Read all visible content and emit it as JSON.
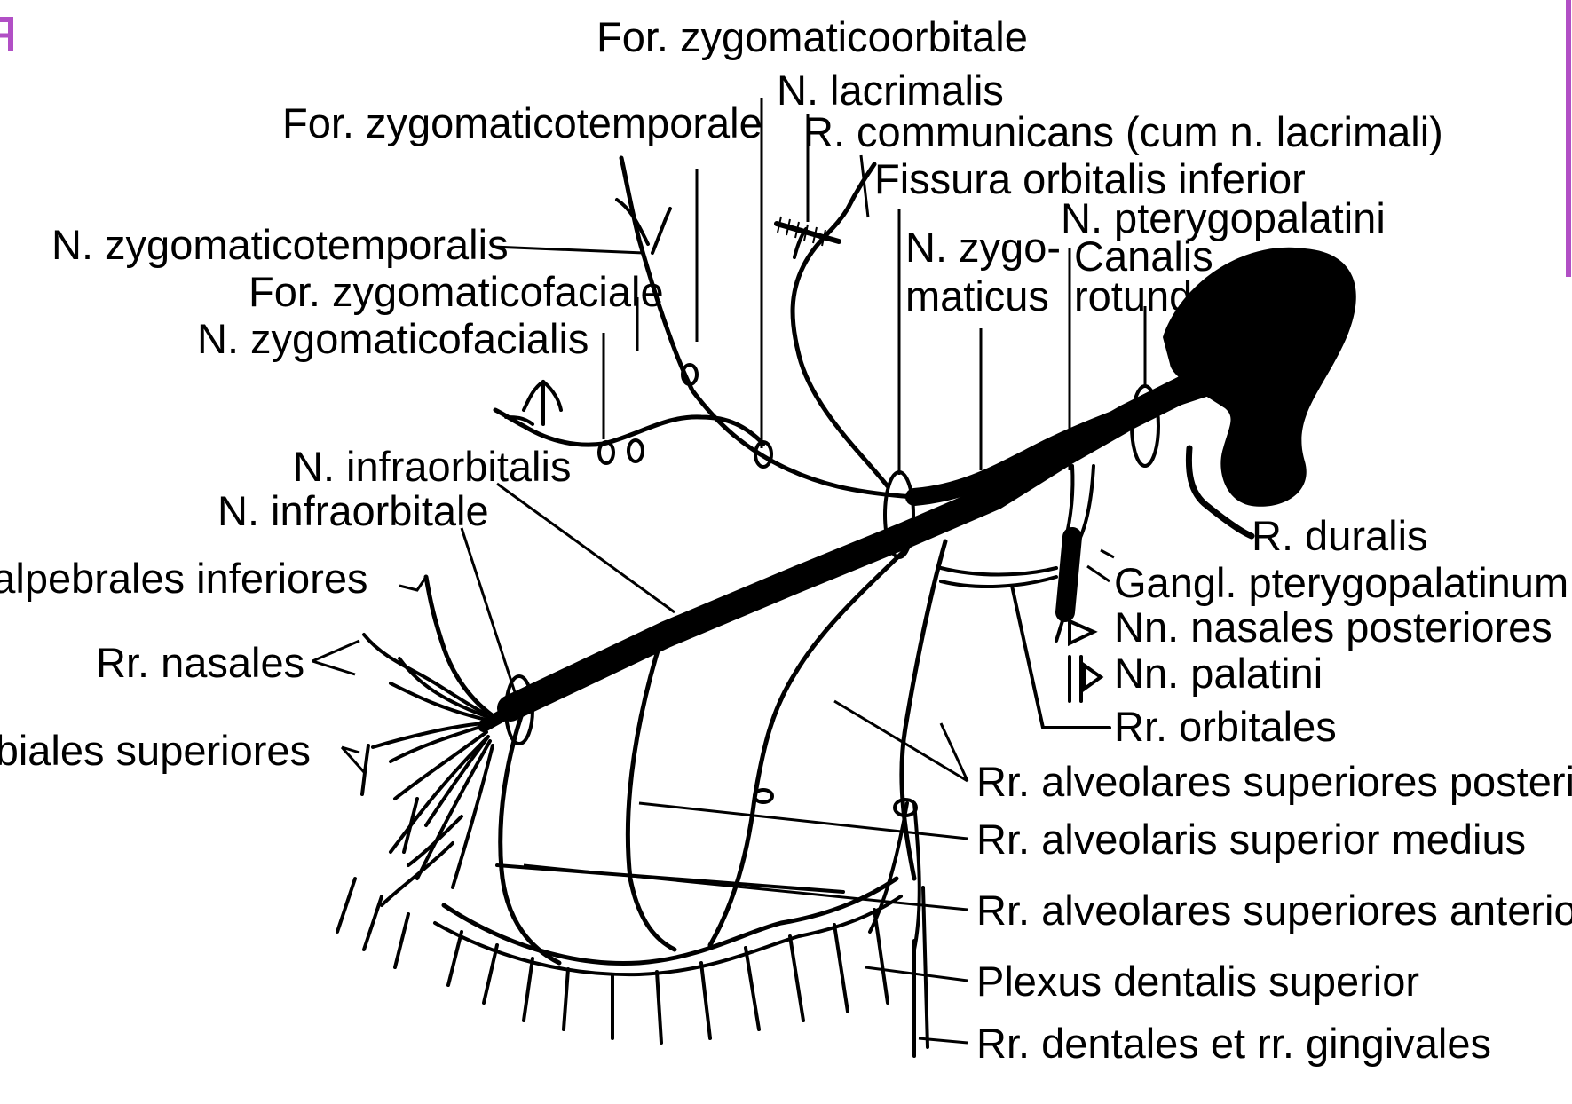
{
  "diagram": {
    "labels": {
      "for_zygomaticoorbitale": "For. zygomaticoorbitale",
      "n_lacrimalis": "N. lacrimalis",
      "for_zygomaticotemporale": "For. zygomaticotemporale",
      "r_communicans": "R. communicans (cum n. lacrimali)",
      "fissura_orbitalis_inferior": "Fissura orbitalis inferior",
      "n_pterygopalatini": "N. pterygopalatini",
      "n_zygomaticotemporalis": "N. zygomaticotemporalis",
      "n_zygo_1": "N. zygo-",
      "n_zygo_2": "maticus",
      "canalis_1": "Canalis",
      "canalis_2": "rotundus",
      "for_zygomaticofaciale": "For. zygomaticofaciale",
      "n_zygomaticofacialis": "N. zygomaticofacialis",
      "n_infraorbitalis": "N. infraorbitalis",
      "n_infraorbitale": "N. infraorbitale",
      "rr_palpebrales": "Rr. palpebrales inferiores",
      "rr_nasales": "Rr. nasales",
      "rr_labiales": "Rr. labiales superiores",
      "r_duralis": "R. duralis",
      "gangl_pterygopalatinum": "Gangl. pterygopalatinum",
      "nn_nasales_posteriores": "Nn. nasales posteriores",
      "nn_palatini": "Nn. palatini",
      "rr_orbitales": "Rr. orbitales",
      "rr_alv_sup_post": "Rr. alveolares superiores posteriores",
      "rr_alv_sup_medius": "Rr. alveolaris superior medius",
      "rr_alv_sup_ant": "Rr. alveolares superiores anteriores",
      "plexus_dentalis": "Plexus dentalis superior",
      "rr_dentales": "Rr. dentales et rr. gingivales"
    }
  }
}
